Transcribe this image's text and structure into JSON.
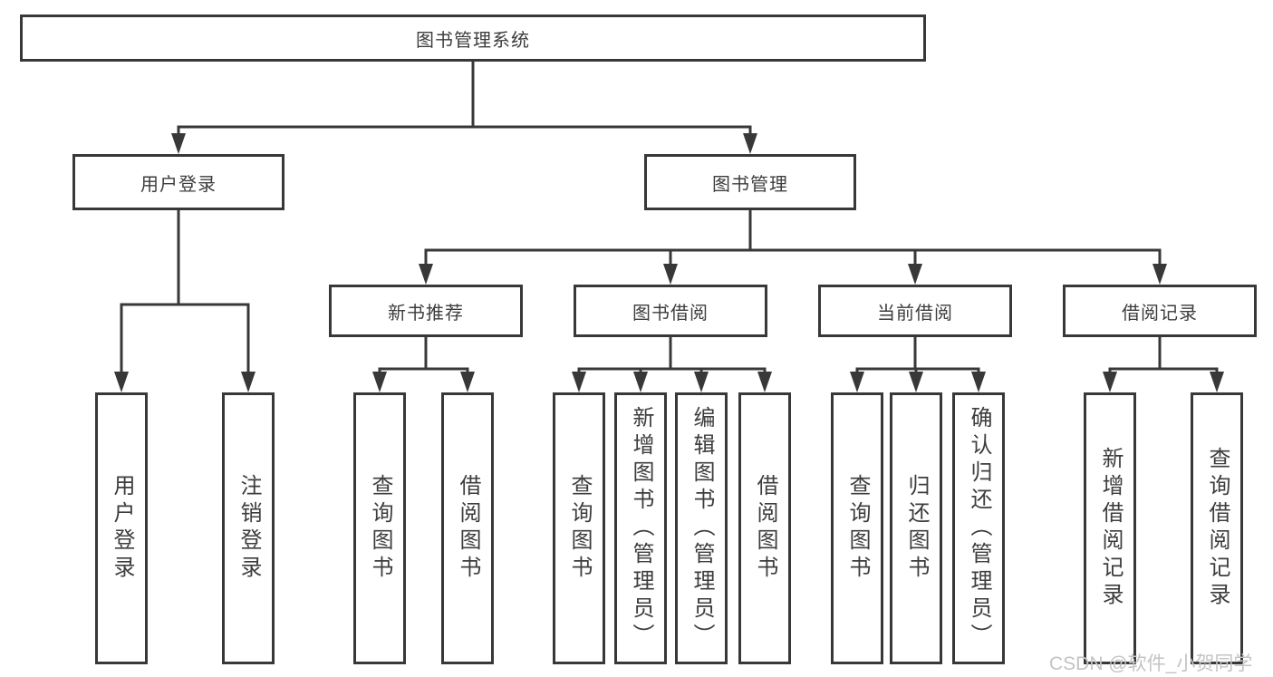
{
  "diagram": {
    "root": {
      "label": "图书管理系统"
    },
    "branches": [
      {
        "label": "用户登录",
        "leaves": [
          {
            "label": "用户登录"
          },
          {
            "label": "注销登录"
          }
        ]
      },
      {
        "label": "图书管理",
        "groups": [
          {
            "label": "新书推荐",
            "leaves": [
              {
                "label": "查询图书"
              },
              {
                "label": "借阅图书"
              }
            ]
          },
          {
            "label": "图书借阅",
            "leaves": [
              {
                "label": "查询图书"
              },
              {
                "label": "新增图书（管理员）"
              },
              {
                "label": "编辑图书（管理员）"
              },
              {
                "label": "借阅图书"
              }
            ]
          },
          {
            "label": "当前借阅",
            "leaves": [
              {
                "label": "查询图书"
              },
              {
                "label": "归还图书"
              },
              {
                "label": "确认归还（管理员）"
              }
            ]
          },
          {
            "label": "借阅记录",
            "leaves": [
              {
                "label": "新增借阅记录"
              },
              {
                "label": "查询借阅记录"
              }
            ]
          }
        ]
      }
    ]
  },
  "watermark": {
    "text": "CSDN @软件_小贺同学"
  },
  "colors": {
    "line": "#383838",
    "box_border": "#383838",
    "box_fill": "#ffffff",
    "text": "#3d3d3d",
    "watermark": "#c3c3c3"
  }
}
